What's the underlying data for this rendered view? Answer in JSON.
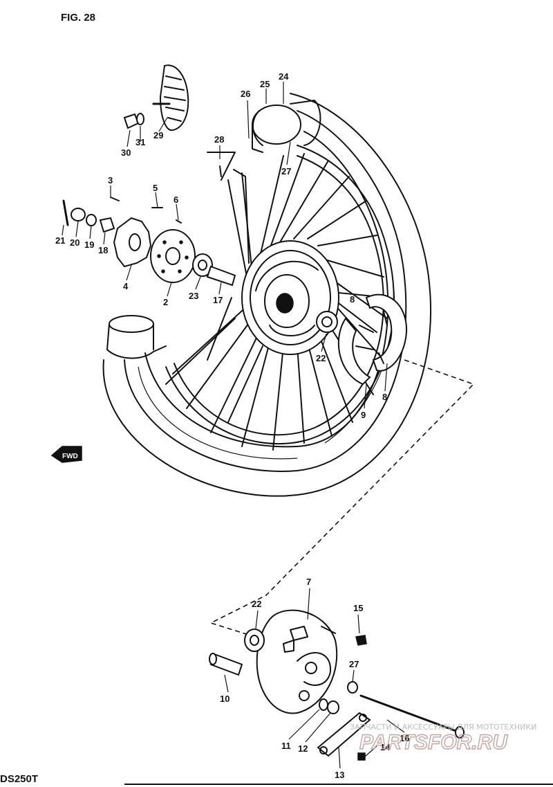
{
  "figure": {
    "title": "FIG. 28",
    "model_code": "DS250T",
    "fwd_label": "FWD"
  },
  "callouts": [
    {
      "id": "c24",
      "text": "24"
    },
    {
      "id": "c25",
      "text": "25"
    },
    {
      "id": "c26",
      "text": "26"
    },
    {
      "id": "c27a",
      "text": "27"
    },
    {
      "id": "c28",
      "text": "28"
    },
    {
      "id": "c29",
      "text": "29"
    },
    {
      "id": "c30",
      "text": "30"
    },
    {
      "id": "c31",
      "text": "31"
    },
    {
      "id": "c3",
      "text": "3"
    },
    {
      "id": "c5",
      "text": "5"
    },
    {
      "id": "c6",
      "text": "6"
    },
    {
      "id": "c21",
      "text": "21"
    },
    {
      "id": "c20",
      "text": "20"
    },
    {
      "id": "c19",
      "text": "19"
    },
    {
      "id": "c18",
      "text": "18"
    },
    {
      "id": "c4",
      "text": "4"
    },
    {
      "id": "c2",
      "text": "2"
    },
    {
      "id": "c23",
      "text": "23"
    },
    {
      "id": "c17",
      "text": "17"
    },
    {
      "id": "c8a",
      "text": "8"
    },
    {
      "id": "c22a",
      "text": "22"
    },
    {
      "id": "c8b",
      "text": "8"
    },
    {
      "id": "c9",
      "text": "9"
    },
    {
      "id": "c7",
      "text": "7"
    },
    {
      "id": "c22b",
      "text": "22"
    },
    {
      "id": "c15",
      "text": "15"
    },
    {
      "id": "c27b",
      "text": "27"
    },
    {
      "id": "c10",
      "text": "10"
    },
    {
      "id": "c16",
      "text": "16"
    },
    {
      "id": "c11",
      "text": "11"
    },
    {
      "id": "c12",
      "text": "12"
    },
    {
      "id": "c14",
      "text": "14"
    },
    {
      "id": "c13",
      "text": "13"
    }
  ],
  "watermark": {
    "line1": "ЗАПЧАСТИ И АКСЕССУАРЫ ДЛЯ МОТОТЕХНИКИ",
    "line2": "PARTSFOR.RU"
  }
}
